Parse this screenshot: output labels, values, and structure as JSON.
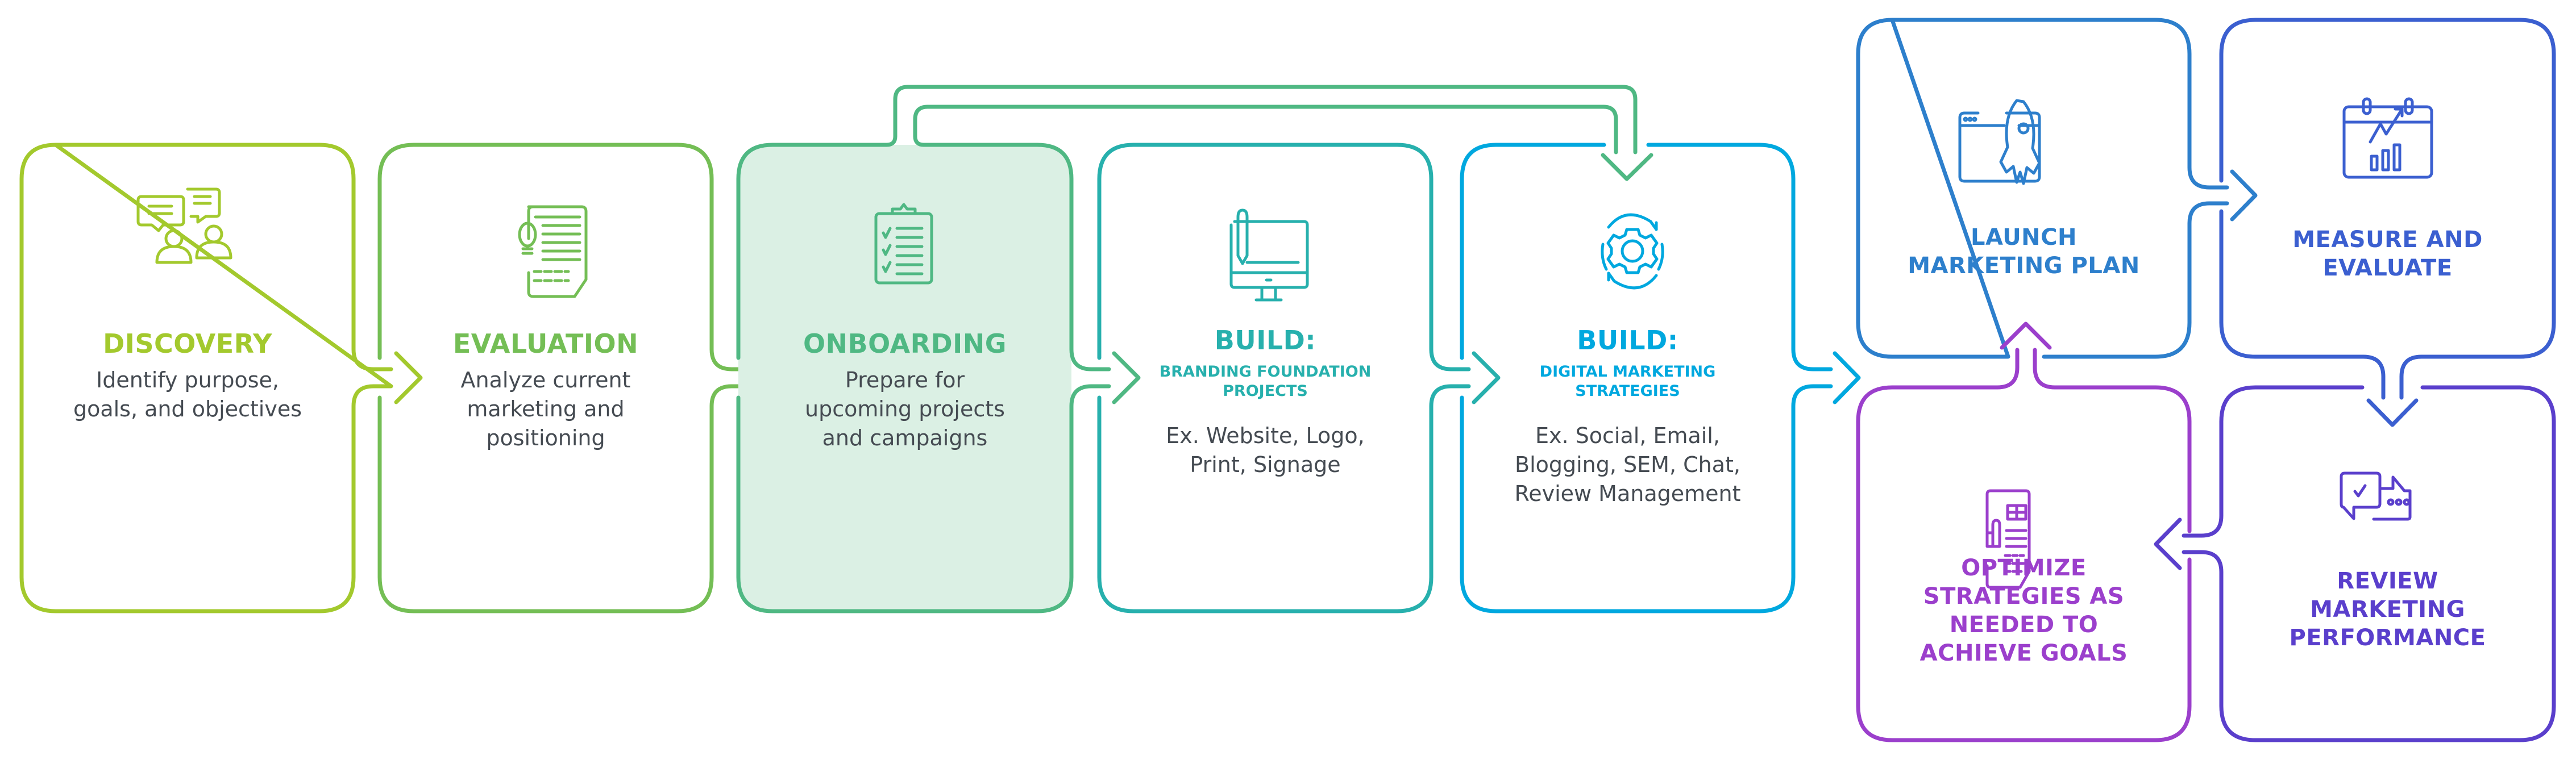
{
  "diagram": {
    "title": "Marketing process flow",
    "steps": [
      {
        "id": "discovery",
        "title": "DISCOVERY",
        "icon": "discussion-people-icon",
        "color": "#a3c92d",
        "description": [
          "Identify purpose,",
          "goals, and objectives"
        ]
      },
      {
        "id": "evaluation",
        "title": "EVALUATION",
        "icon": "document-lightbulb-icon",
        "color": "#74be55",
        "description": [
          "Analyze current",
          "marketing and",
          "positioning"
        ]
      },
      {
        "id": "onboarding",
        "title": "ONBOARDING",
        "icon": "clipboard-checklist-icon",
        "color": "#4fb883",
        "fill": "#dbf0e4",
        "highlighted": true,
        "description": [
          "Prepare for",
          "upcoming projects",
          "and campaigns"
        ]
      },
      {
        "id": "build-branding",
        "title": "BUILD:",
        "subtitle": [
          "BRANDING FOUNDATION",
          "PROJECTS"
        ],
        "icon": "monitor-pencil-icon",
        "color": "#27b0ad",
        "description": [
          "Ex. Website, Logo,",
          "Print, Signage"
        ]
      },
      {
        "id": "build-digital",
        "title": "BUILD:",
        "subtitle": [
          "DIGITAL MARKETING",
          "STRATEGIES"
        ],
        "icon": "gear-cycle-icon",
        "color": "#00a8df",
        "description": [
          "Ex. Social, Email,",
          "Blogging, SEM, Chat,",
          "Review Management"
        ]
      },
      {
        "id": "launch",
        "title": [
          "LAUNCH",
          "MARKETING PLAN"
        ],
        "icon": "rocket-browser-icon",
        "color": "#2d7fcc"
      },
      {
        "id": "measure",
        "title": [
          "MEASURE AND",
          "EVALUATE"
        ],
        "icon": "calendar-growth-chart-icon",
        "color": "#3b5fd0"
      },
      {
        "id": "review",
        "title": [
          "REVIEW",
          "MARKETING",
          "PERFORMANCE"
        ],
        "icon": "chat-review-icon",
        "color": "#5a3fcc"
      },
      {
        "id": "optimize",
        "title": [
          "OPTIMIZE",
          "STRATEGIES AS",
          "NEEDED TO",
          "ACHIEVE GOALS"
        ],
        "icon": "report-chart-document-icon",
        "color": "#9b3fcc"
      }
    ],
    "connections": [
      {
        "from": "discovery",
        "to": "evaluation",
        "direction": "right"
      },
      {
        "from": "evaluation",
        "to": "onboarding",
        "direction": "right"
      },
      {
        "from": "onboarding",
        "to": "build-branding",
        "direction": "right"
      },
      {
        "from": "onboarding",
        "to": "build-digital",
        "direction": "down",
        "type": "skip-bracket"
      },
      {
        "from": "build-branding",
        "to": "build-digital",
        "direction": "right"
      },
      {
        "from": "build-digital",
        "to": "launch",
        "direction": "right"
      },
      {
        "from": "launch",
        "to": "measure",
        "direction": "right"
      },
      {
        "from": "measure",
        "to": "review",
        "direction": "down"
      },
      {
        "from": "review",
        "to": "optimize",
        "direction": "left"
      },
      {
        "from": "optimize",
        "to": "launch",
        "direction": "up"
      }
    ],
    "text_color": "#454b52"
  }
}
